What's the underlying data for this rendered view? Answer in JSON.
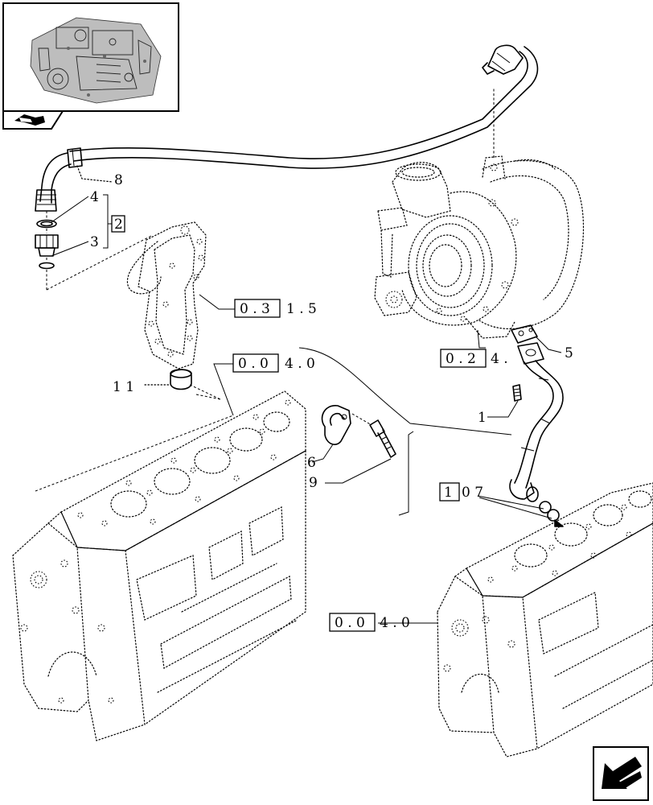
{
  "callouts": {
    "p1": "1",
    "p2": "2",
    "p3": "3",
    "p4": "4",
    "p5": "5",
    "p6": "6",
    "p8": "8",
    "p9": "9",
    "p11": "1 1",
    "p107_box": "1",
    "p107_rest": "0 7"
  },
  "refs": {
    "r1_box": "0 . 3",
    "r1_rest": "1 . 5",
    "r2_box": "0 . 2",
    "r2_rest": "4 .",
    "r3_box": "0 . 0",
    "r3_rest": "4 . 0",
    "r4_box": "0 . 0",
    "r4_rest": "4 . 0"
  },
  "icons": {
    "thumbnail": "engine-thumbnail-icon",
    "nav_top": "book-arrow-icon",
    "nav_bottom": "next-page-arrow-icon"
  }
}
